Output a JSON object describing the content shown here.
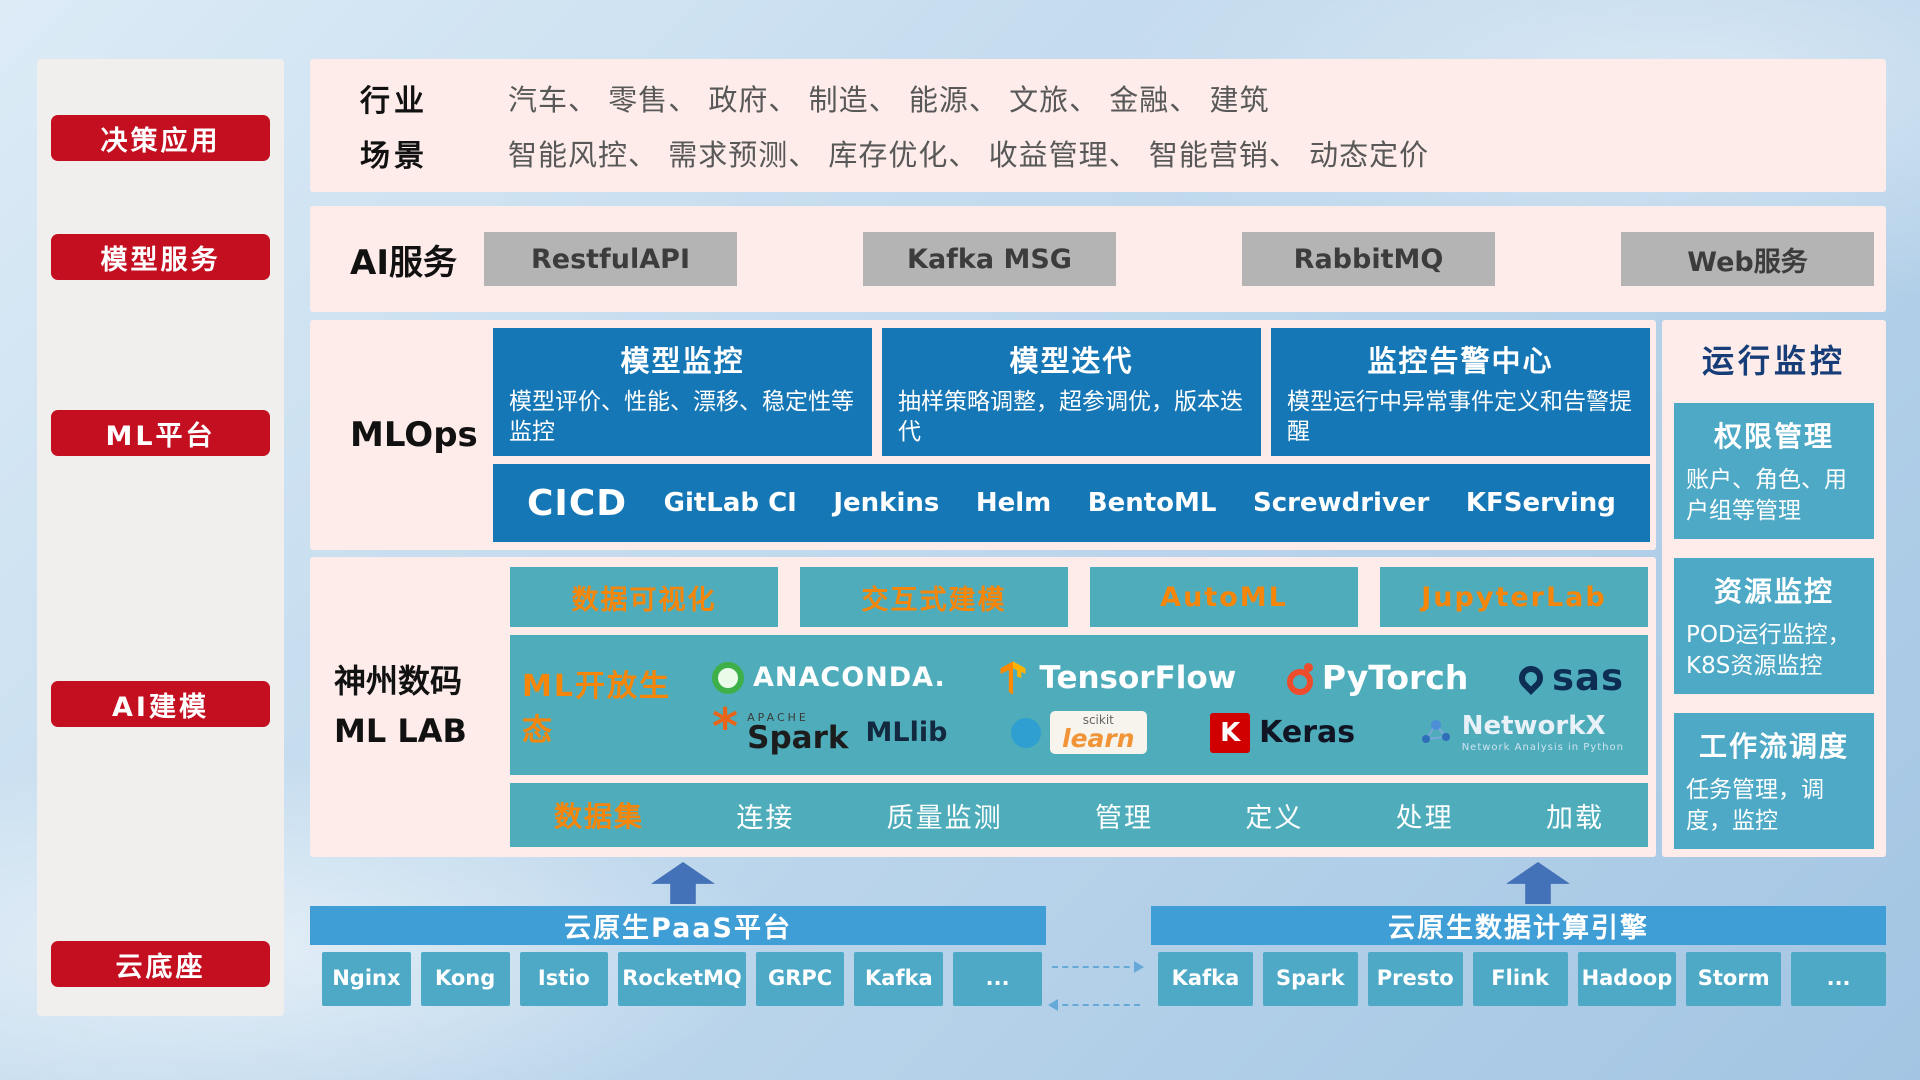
{
  "colors": {
    "accent_red": "#c30f20",
    "panel_pink": "#fdecea",
    "deep_blue": "#1577b5",
    "teal": "#4fadbb",
    "teal_alt": "#4da9c6",
    "orange": "#f5860a",
    "header_blue": "#3f9ed6",
    "navy_title": "#163d77"
  },
  "sidebar": {
    "items": [
      {
        "label": "决策应用"
      },
      {
        "label": "模型服务"
      },
      {
        "label": "ML平台"
      },
      {
        "label": "AI建模"
      },
      {
        "label": "云底座"
      }
    ]
  },
  "industry": {
    "rows": [
      {
        "label": "行业",
        "text": "汽车、 零售、 政府、 制造、 能源、 文旅、 金融、 建筑"
      },
      {
        "label": "场景",
        "text": "智能风控、 需求预测、 库存优化、 收益管理、 智能营销、 动态定价"
      }
    ]
  },
  "ai_service": {
    "label": "AI服务",
    "items": [
      "RestfulAPI",
      "Kafka MSG",
      "RabbitMQ",
      "Web服务"
    ]
  },
  "mlops": {
    "label": "MLOps",
    "cards": [
      {
        "title": "模型监控",
        "desc": "模型评价、性能、漂移、稳定性等监控"
      },
      {
        "title": "模型迭代",
        "desc": "抽样策略调整，超参调优，版本迭代"
      },
      {
        "title": "监控告警中心",
        "desc": "模型运行中异常事件定义和告警提醒"
      }
    ],
    "cicd": {
      "label": "CICD",
      "items": [
        "GitLab CI",
        "Jenkins",
        "Helm",
        "BentoML",
        "Screwdriver",
        "KFServing"
      ]
    }
  },
  "mllab": {
    "title_line1": "神州数码",
    "title_line2": "ML LAB",
    "tools": [
      "数据可视化",
      "交互式建模",
      "AutoML",
      "JupyterLab"
    ],
    "eco": {
      "label": "ML开放生态",
      "logos": {
        "anaconda": {
          "text": "ANACONDA."
        },
        "tensorflow": {
          "text": "TensorFlow"
        },
        "pytorch": {
          "text": "PyTorch"
        },
        "sas": {
          "text": "sas"
        },
        "spark": {
          "apache": "APACHE",
          "text": "Spark",
          "lib": "MLlib"
        },
        "sklearn": {
          "top": "scikit",
          "text": "learn"
        },
        "keras": {
          "letter": "K",
          "text": "Keras"
        },
        "networkx": {
          "text": "NetworkX",
          "subtitle": "Network Analysis in Python"
        }
      }
    },
    "dataset": {
      "label": "数据集",
      "items": [
        "连接",
        "质量监测",
        "管理",
        "定义",
        "处理",
        "加载"
      ]
    }
  },
  "monitor": {
    "title": "运行监控",
    "cards": [
      {
        "title": "权限管理",
        "desc": "账户、角色、用户组等管理"
      },
      {
        "title": "资源监控",
        "desc": "POD运行监控，K8S资源监控"
      },
      {
        "title": "工作流调度",
        "desc": "任务管理，调度，监控"
      }
    ]
  },
  "cloud": {
    "paas": {
      "title": "云原生PaaS平台",
      "items": [
        "Nginx",
        "Kong",
        "Istio",
        "RocketMQ",
        "GRPC",
        "Kafka",
        "..."
      ]
    },
    "engine": {
      "title": "云原生数据计算引擎",
      "items": [
        "Kafka",
        "Spark",
        "Presto",
        "Flink",
        "Hadoop",
        "Storm",
        "..."
      ]
    }
  }
}
